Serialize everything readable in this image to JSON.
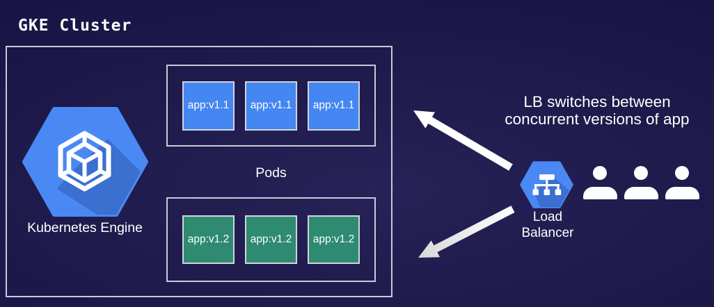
{
  "title": "GKE Cluster",
  "cluster": {
    "engine_label": "Kubernetes Engine",
    "pods_label": "Pods",
    "pod_groups": [
      {
        "version": "v1.1",
        "apps": [
          "app:v1.1",
          "app:v1.1",
          "app:v1.1"
        ]
      },
      {
        "version": "v1.2",
        "apps": [
          "app:v1.2",
          "app:v1.2",
          "app:v1.2"
        ]
      }
    ]
  },
  "annotation": {
    "line1": "LB switches between",
    "line2": "concurrent versions of app"
  },
  "load_balancer": {
    "label_line1": "Load",
    "label_line2": "Balancer"
  },
  "users": {
    "count": 3
  },
  "icons": {
    "kubernetes_engine": "gke-hexagon-cube-icon",
    "load_balancer": "sitemap-hexagon-icon",
    "user": "person-icon"
  },
  "colors": {
    "background": "#1e1a4b",
    "gcp_blue": "#4285F4",
    "pod_blue": "#4486f2",
    "pod_green": "#2e8a71",
    "box_border": "#c9cbd8",
    "arrow": "#ffffff",
    "text": "#ffffff"
  }
}
